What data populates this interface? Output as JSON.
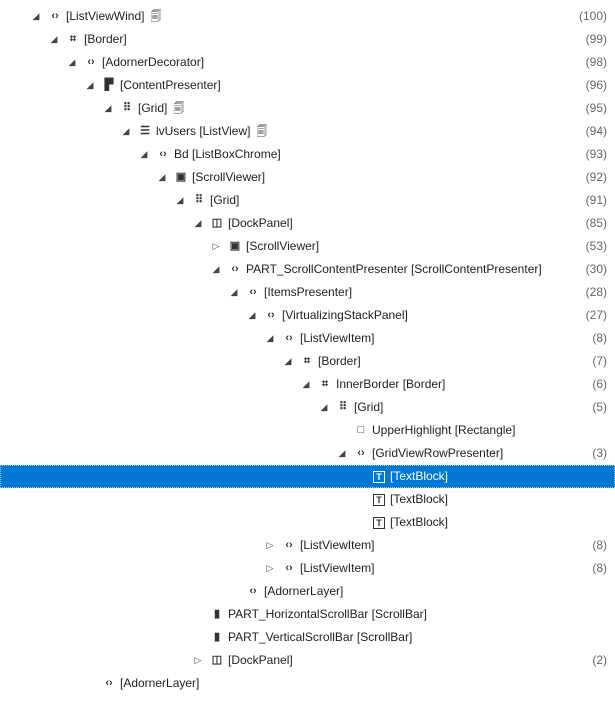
{
  "rows": [
    {
      "level": 0,
      "state": "expanded",
      "icon": "code-icon",
      "label": "[ListViewWind]",
      "doc": true,
      "count": "(100)"
    },
    {
      "level": 1,
      "state": "expanded",
      "icon": "border-icon",
      "label": "[Border]",
      "count": "(99)"
    },
    {
      "level": 2,
      "state": "expanded",
      "icon": "code-icon",
      "label": "[AdornerDecorator]",
      "count": "(98)"
    },
    {
      "level": 3,
      "state": "expanded",
      "icon": "content-presenter-icon",
      "label": "[ContentPresenter]",
      "count": "(96)"
    },
    {
      "level": 4,
      "state": "expanded",
      "icon": "grid-icon",
      "label": "[Grid]",
      "doc": true,
      "count": "(95)"
    },
    {
      "level": 5,
      "state": "expanded",
      "icon": "listview-icon",
      "label": "lvUsers [ListView]",
      "doc": true,
      "count": "(94)"
    },
    {
      "level": 6,
      "state": "expanded",
      "icon": "code-icon",
      "label": "Bd [ListBoxChrome]",
      "count": "(93)"
    },
    {
      "level": 7,
      "state": "expanded",
      "icon": "scrollviewer-icon",
      "label": "[ScrollViewer]",
      "count": "(92)"
    },
    {
      "level": 8,
      "state": "expanded",
      "icon": "grid-icon",
      "label": "[Grid]",
      "count": "(91)"
    },
    {
      "level": 9,
      "state": "expanded",
      "icon": "dockpanel-icon",
      "label": "[DockPanel]",
      "count": "(85)"
    },
    {
      "level": 10,
      "state": "collapsed",
      "icon": "scrollviewer-icon",
      "label": "[ScrollViewer]",
      "count": "(53)"
    },
    {
      "level": 10,
      "state": "expanded",
      "icon": "code-icon",
      "label": "PART_ScrollContentPresenter [ScrollContentPresenter]",
      "count": "(30)"
    },
    {
      "level": 11,
      "state": "expanded",
      "icon": "code-icon",
      "label": "[ItemsPresenter]",
      "count": "(28)"
    },
    {
      "level": 12,
      "state": "expanded",
      "icon": "code-icon",
      "label": "[VirtualizingStackPanel]",
      "count": "(27)"
    },
    {
      "level": 13,
      "state": "expanded",
      "icon": "code-icon",
      "label": "[ListViewItem]",
      "count": "(8)"
    },
    {
      "level": 14,
      "state": "expanded",
      "icon": "border-icon",
      "label": "[Border]",
      "count": "(7)"
    },
    {
      "level": 15,
      "state": "expanded",
      "icon": "border-icon",
      "label": "InnerBorder [Border]",
      "count": "(6)"
    },
    {
      "level": 16,
      "state": "expanded",
      "icon": "grid-icon",
      "label": "[Grid]",
      "count": "(5)"
    },
    {
      "level": 17,
      "state": "none",
      "icon": "rectangle-icon",
      "label": "UpperHighlight [Rectangle]"
    },
    {
      "level": 17,
      "state": "expanded",
      "icon": "code-icon",
      "label": "[GridViewRowPresenter]",
      "count": "(3)"
    },
    {
      "level": 18,
      "state": "none",
      "icon": "textblock-icon",
      "label": "[TextBlock]",
      "selected": true
    },
    {
      "level": 18,
      "state": "none",
      "icon": "textblock-icon",
      "label": "[TextBlock]"
    },
    {
      "level": 18,
      "state": "none",
      "icon": "textblock-icon",
      "label": "[TextBlock]"
    },
    {
      "level": 13,
      "state": "collapsed",
      "icon": "code-icon",
      "label": "[ListViewItem]",
      "count": "(8)"
    },
    {
      "level": 13,
      "state": "collapsed",
      "icon": "code-icon",
      "label": "[ListViewItem]",
      "count": "(8)"
    },
    {
      "level": 11,
      "state": "none",
      "icon": "code-icon",
      "label": "[AdornerLayer]"
    },
    {
      "level": 9,
      "state": "none",
      "icon": "scrollbar-icon",
      "label": "PART_HorizontalScrollBar [ScrollBar]"
    },
    {
      "level": 9,
      "state": "none",
      "icon": "scrollbar-icon",
      "label": "PART_VerticalScrollBar [ScrollBar]"
    },
    {
      "level": 9,
      "state": "collapsed",
      "icon": "dockpanel-icon",
      "label": "[DockPanel]",
      "count": "(2)"
    },
    {
      "level": 3,
      "state": "none",
      "icon": "code-icon",
      "label": "[AdornerLayer]"
    }
  ]
}
